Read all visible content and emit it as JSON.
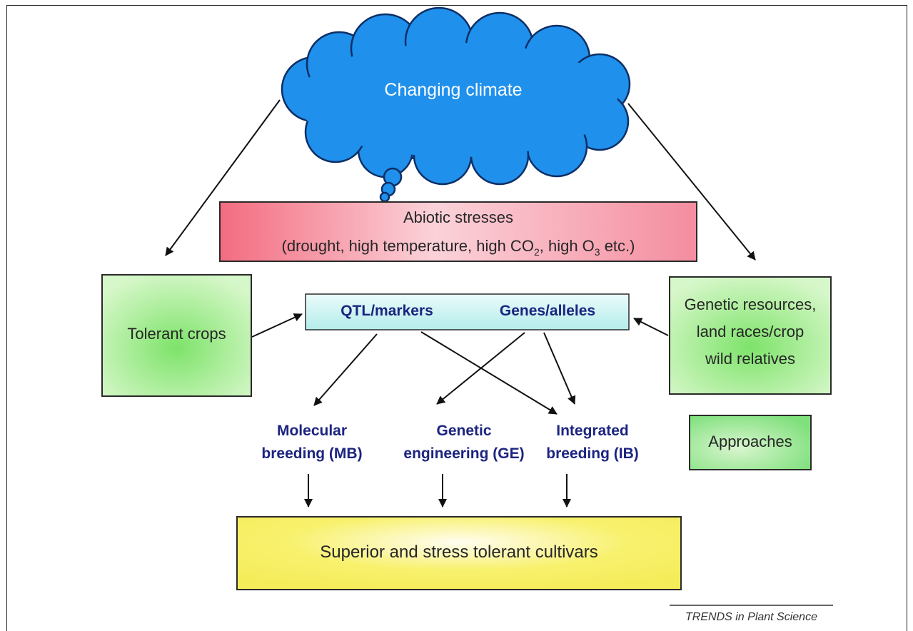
{
  "cloud": {
    "label": "Changing climate"
  },
  "stresses": {
    "line1": "Abiotic stresses",
    "line2_prefix": "(drought, high temperature, high CO",
    "line2_sub1": "2",
    "line2_mid": ", high O",
    "line2_sub2": "3",
    "line2_suffix": " etc.)"
  },
  "markers": {
    "left": "QTL/markers",
    "right": "Genes/alleles"
  },
  "tolerant": {
    "label": "Tolerant crops"
  },
  "resources": {
    "line1": "Genetic resources,",
    "line2": "land races/crop",
    "line3": "wild relatives"
  },
  "approaches": {
    "label": "Approaches"
  },
  "methods": {
    "mb": {
      "line1": "Molecular",
      "line2": "breeding (MB)"
    },
    "ge": {
      "line1": "Genetic",
      "line2": "engineering (GE)"
    },
    "ib": {
      "line1": "Integrated",
      "line2": "breeding (IB)"
    }
  },
  "outcome": {
    "label": "Superior and stress tolerant cultivars"
  },
  "source": {
    "label": "TRENDS in Plant Science"
  },
  "colors": {
    "cloud": "#1f90ec",
    "stress_box": "#f6a7b5",
    "marker_box": "#d5f5f3",
    "green_box": "#b5ec9a",
    "outcome_box": "#f6f07a",
    "method_text": "#1c2480"
  }
}
